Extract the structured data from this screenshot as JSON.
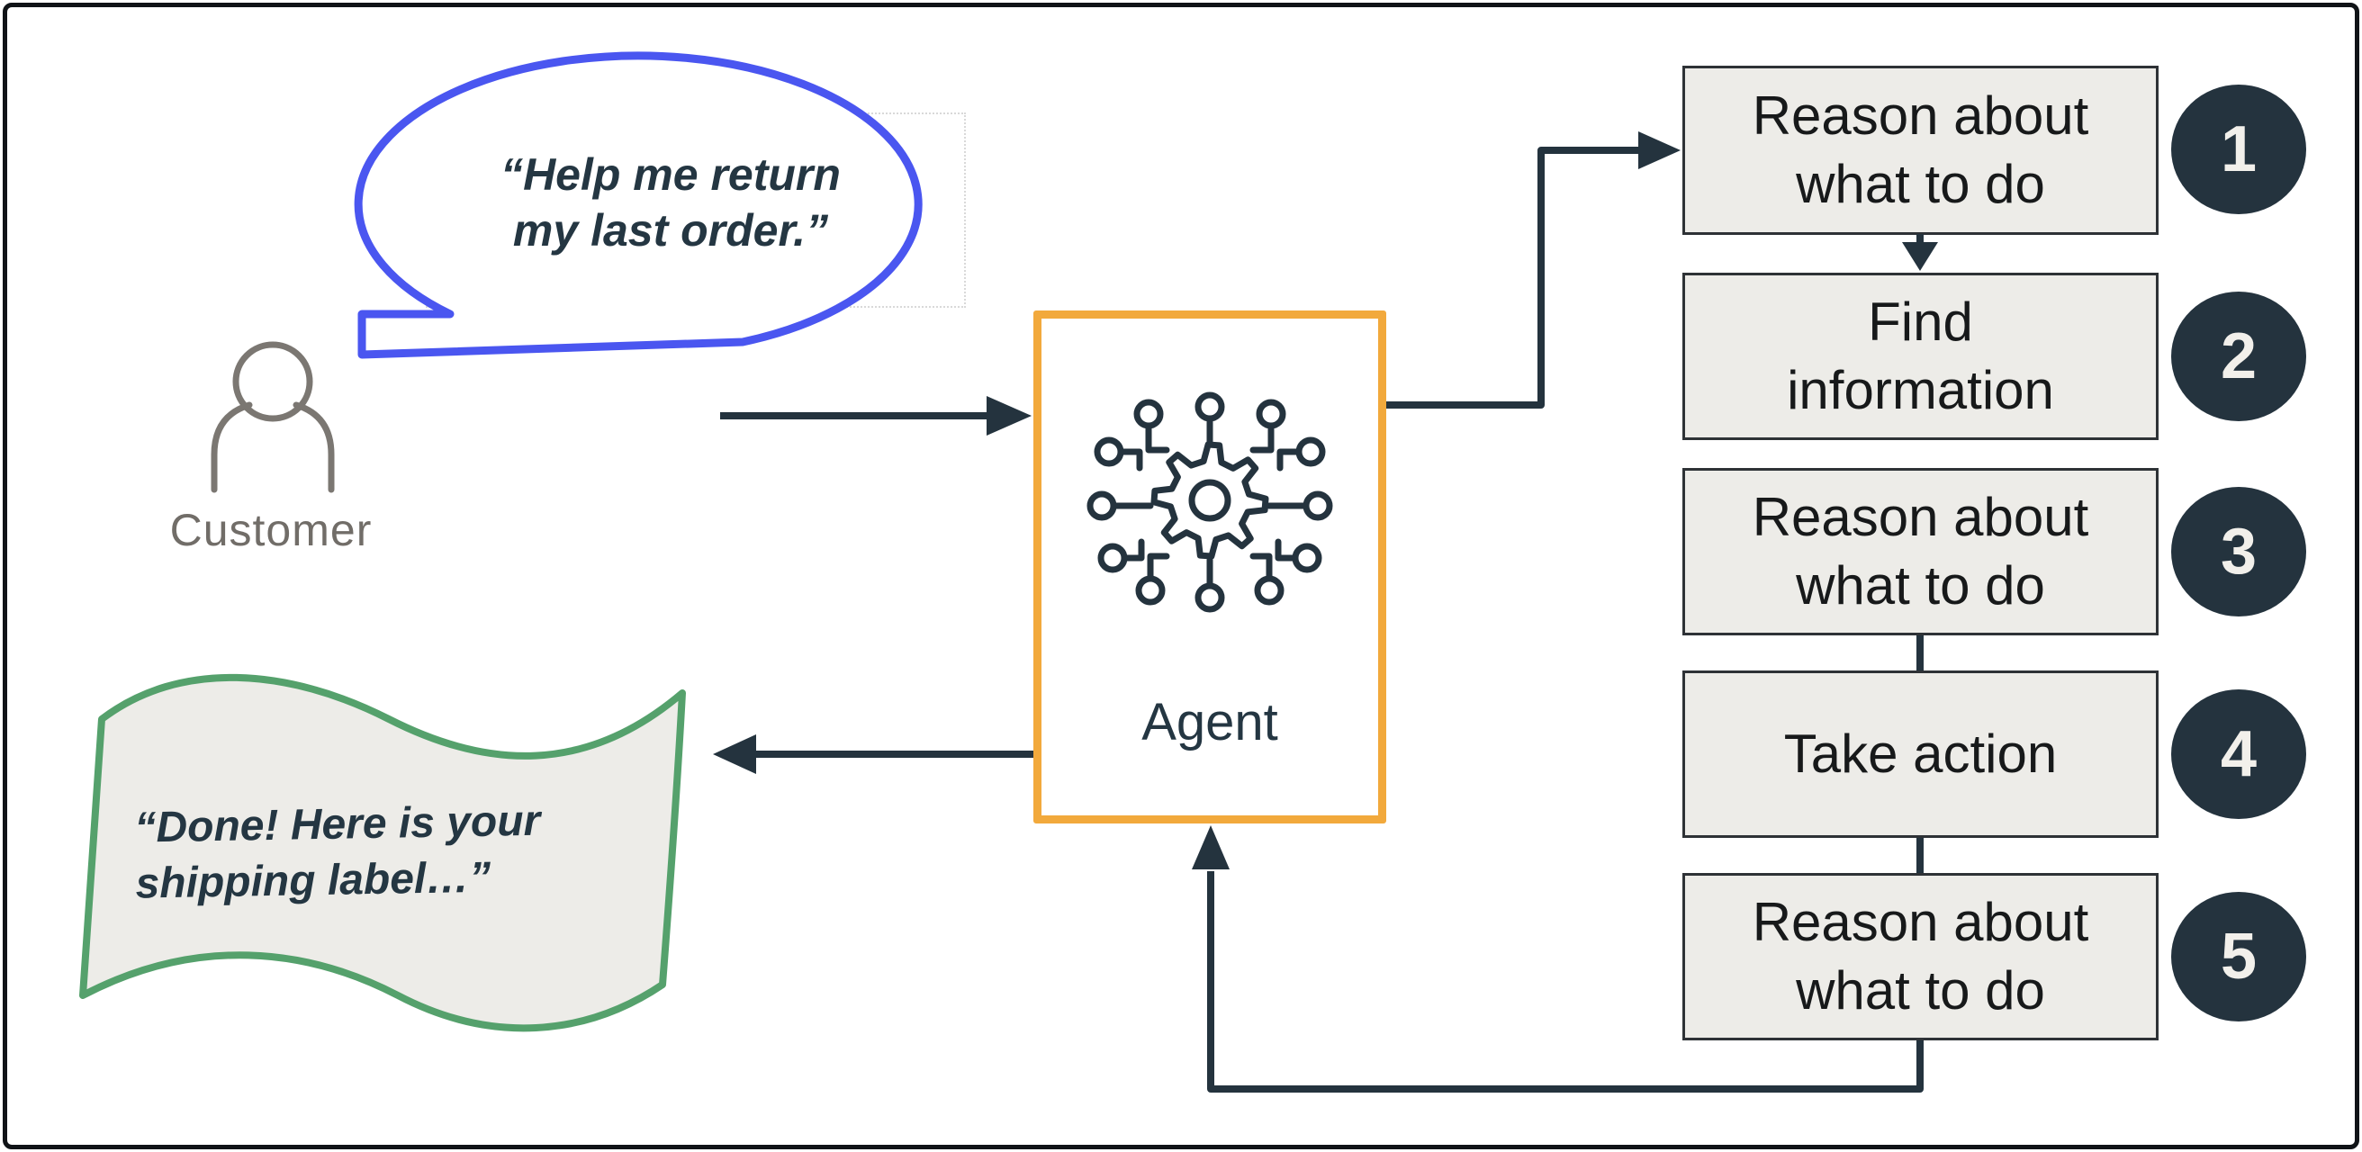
{
  "speech_bubble": {
    "line1": "“Help me return",
    "line2": "my last order.”"
  },
  "customer": {
    "label": "Customer"
  },
  "agent": {
    "label": "Agent"
  },
  "result_flag": {
    "line1": "“Done! Here is your",
    "line2": "shipping label…”"
  },
  "steps": [
    {
      "number": "1",
      "line1": "Reason about",
      "line2": "what to do"
    },
    {
      "number": "2",
      "line1": "Find",
      "line2": "information"
    },
    {
      "number": "3",
      "line1": "Reason about",
      "line2": "what to do"
    },
    {
      "number": "4",
      "line1": "Take action",
      "line2": ""
    },
    {
      "number": "5",
      "line1": "Reason about",
      "line2": "what to do"
    }
  ],
  "icons": {
    "customer": "person-outline",
    "agent": "ai-gear-circuit"
  },
  "colors": {
    "bubble_blue": "#4A56F0",
    "agent_orange": "#F2A93C",
    "flag_green": "#55A16C",
    "dark_slate": "#24333E",
    "box_fill": "#EDECE8",
    "box_border": "#2E3236",
    "box_text": "#17191A",
    "badge_fill": "#24333E",
    "badge_text": "#F2F0EB",
    "person_gray": "#7B7772",
    "customer_text_gray": "#716D68"
  }
}
